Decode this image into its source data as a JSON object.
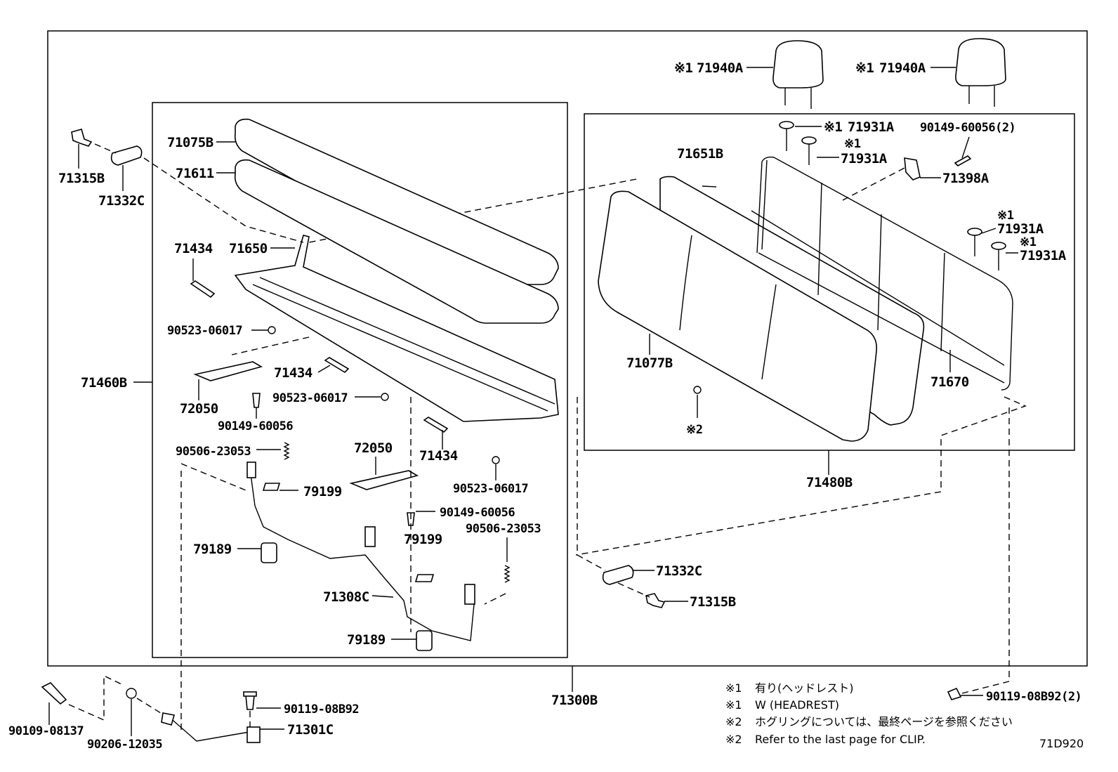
{
  "diagram_code": "71D920",
  "assemblies": {
    "outer": "71300B",
    "cushion": "71460B",
    "back": "71480B"
  },
  "labels": {
    "headrest_left": {
      "prefix": "※1",
      "part": "71940A"
    },
    "headrest_right": {
      "prefix": "※1",
      "part": "71940A"
    },
    "guide_top": {
      "prefix": "※1",
      "part": "71931A"
    },
    "guide_mid_mark": "※1",
    "guide_mid": "71931A",
    "guide_right1_mark": "※1",
    "guide_right1": "71931A",
    "guide_right2_mark": "※1",
    "guide_right2": "71931A",
    "screw_top_right": "90149-60056(2)",
    "bracket_71398A": "71398A",
    "cover_71651B": "71651B",
    "cover_71077B": "71077B",
    "clip_mark": "※2",
    "frame_71670": "71670",
    "bolt_71315B_top": "71315B",
    "plate_71332C_top": "71332C",
    "cushion_cover": "71075B",
    "pad_71611": "71611",
    "bolt_71434_a": "71434",
    "frame_71650": "71650",
    "ring_a": "90523-06017",
    "bolt_71434_b": "71434",
    "lever_72050_a": "72050",
    "ring_b": "90523-06017",
    "screw_a": "90149-60056",
    "spring_a": "90506-23053",
    "lever_72050_b": "72050",
    "bolt_71434_c": "71434",
    "ring_c": "90523-06017",
    "pad_79199_a": "79199",
    "screw_b": "90149-60056",
    "spring_b": "90506-23053",
    "stopper_79189_a": "79189",
    "pad_79199_b": "79199",
    "rod_71308C": "71308C",
    "stopper_79189_b": "79189",
    "plate_71332C_bot": "71332C",
    "bolt_71315B_bot": "71315B",
    "bolt_90109": "90109-08137",
    "washer_90206": "90206-12035",
    "bolt_90119_a": "90119-08B92",
    "link_71301C": "71301C",
    "bolt_90119_b": "90119-08B92(2)"
  },
  "notes": [
    {
      "mark": "※1",
      "text": "有り(ヘッドレスト)"
    },
    {
      "mark": "※1",
      "text": "W (HEADREST)"
    },
    {
      "mark": "※2",
      "text": "ホグリングについては、最終ページを参照ください"
    },
    {
      "mark": "※2",
      "text": "Refer to the last page for CLIP."
    }
  ]
}
